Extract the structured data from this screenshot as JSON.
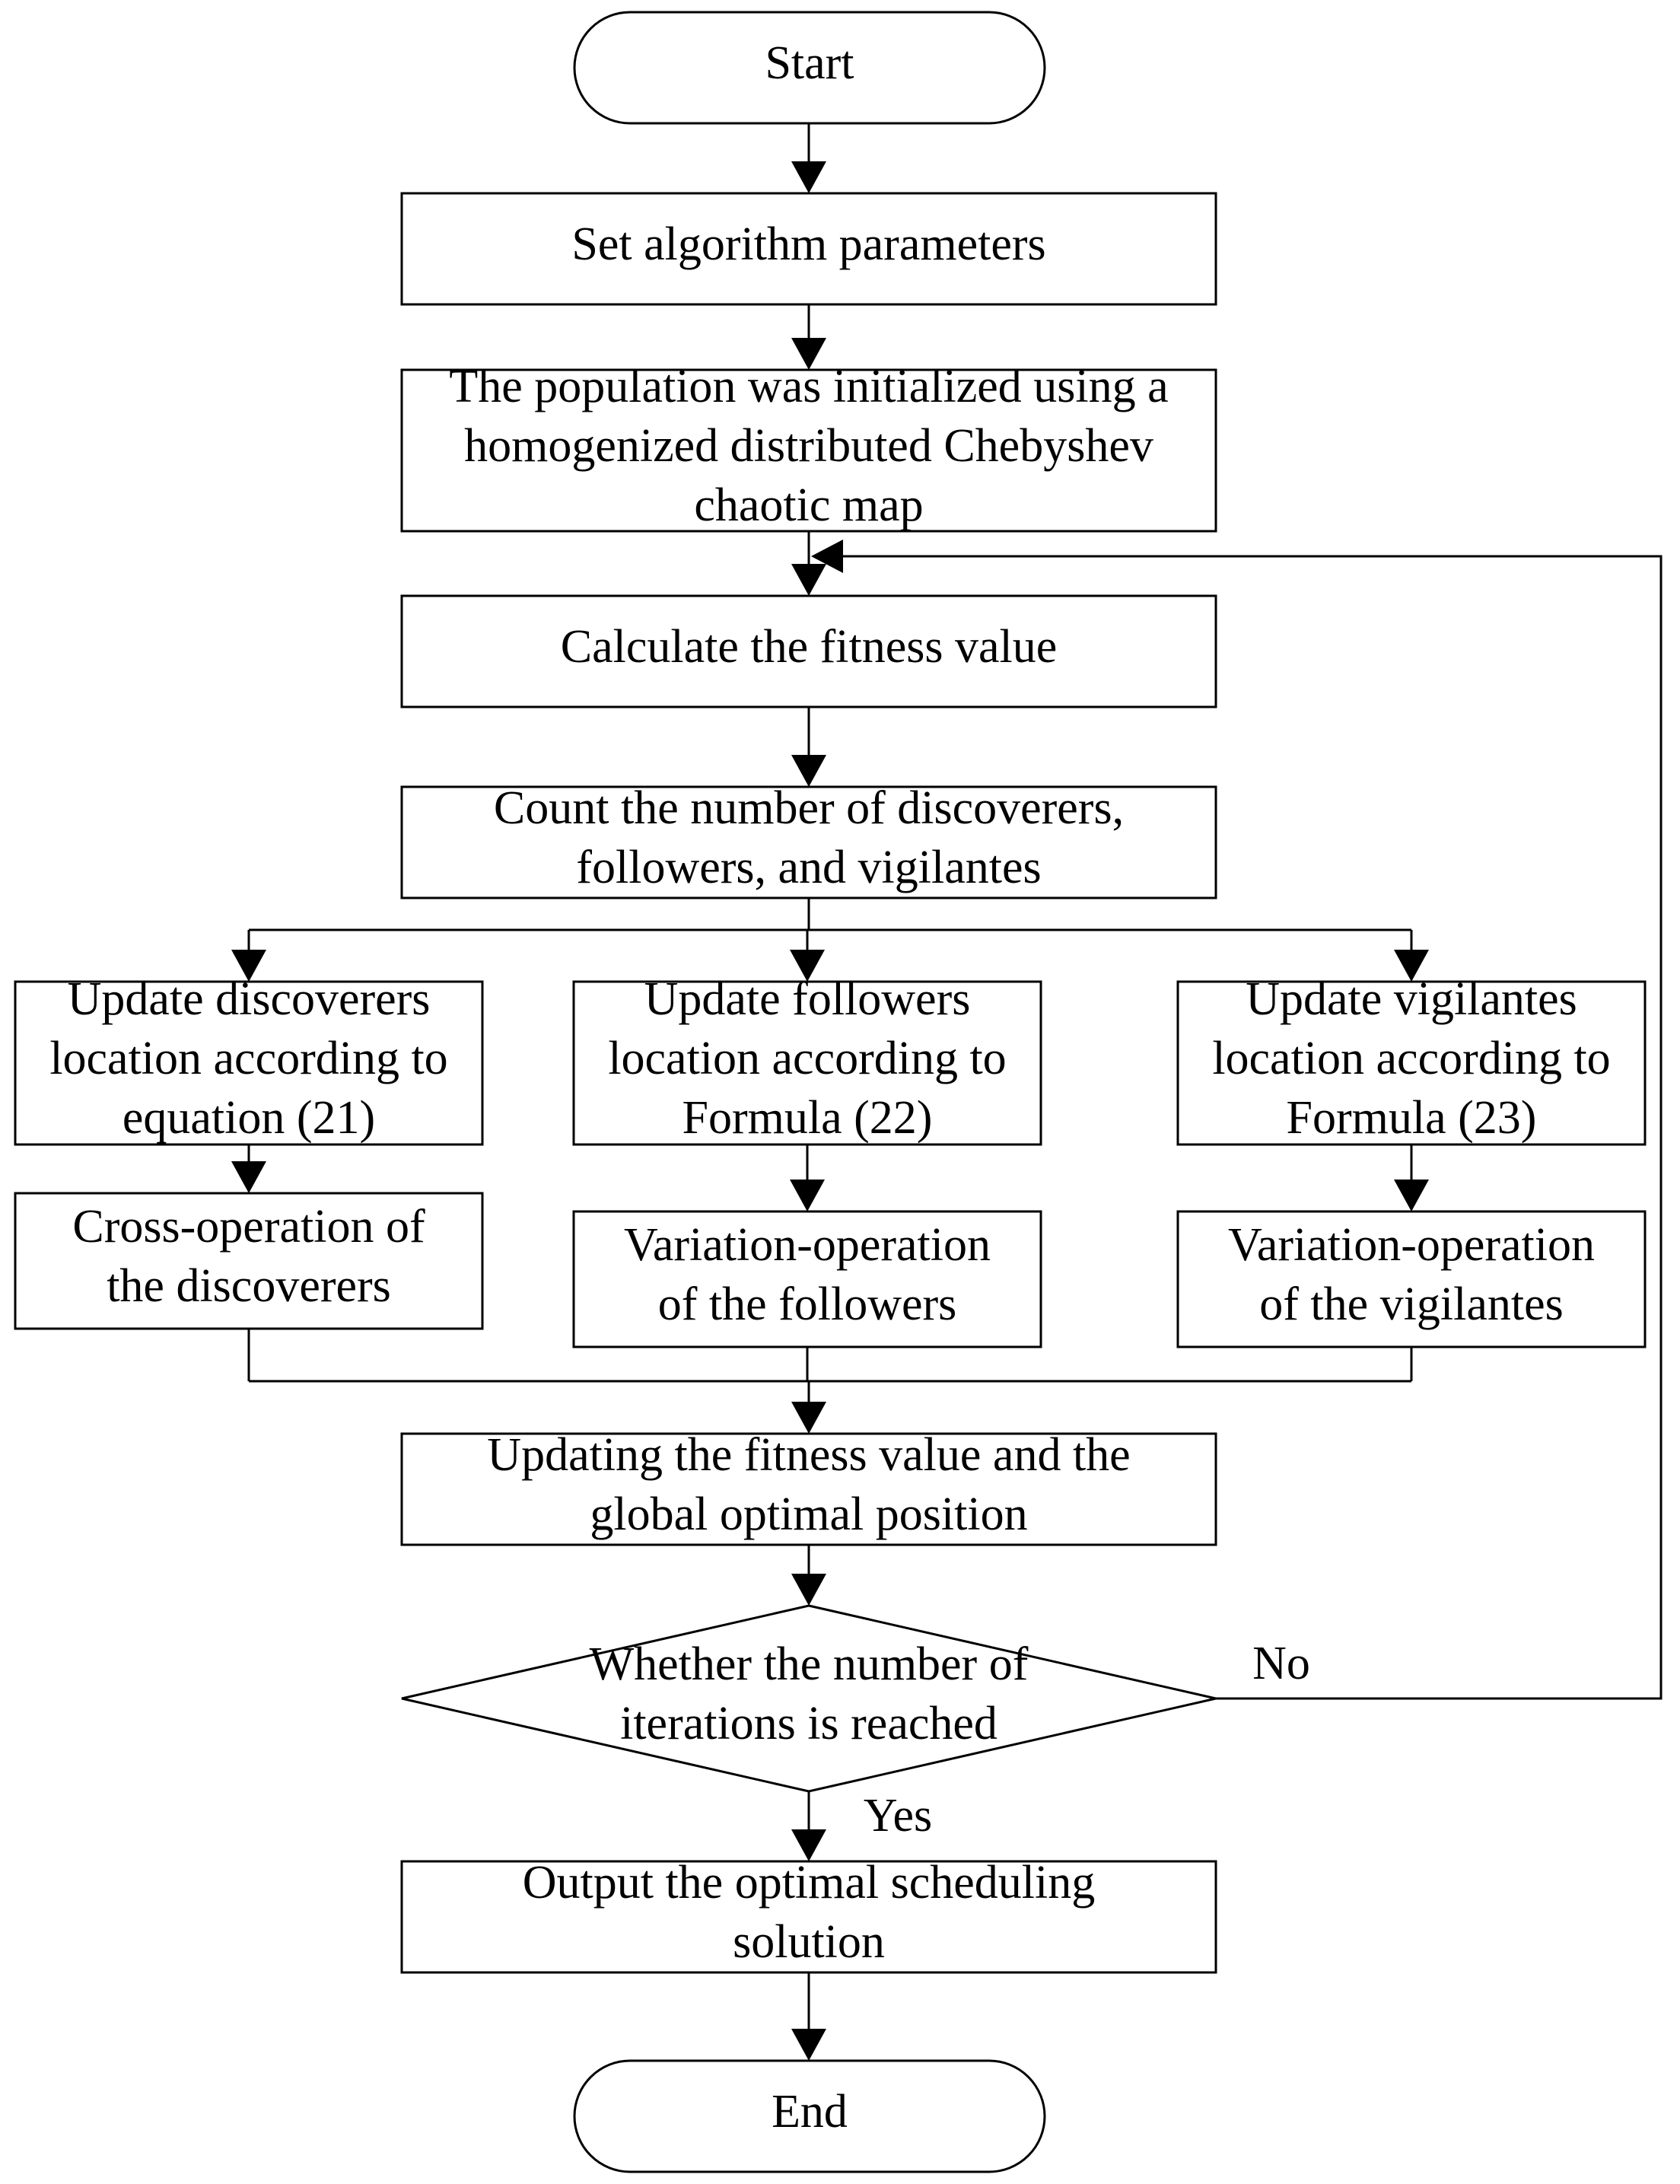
{
  "nodes": {
    "start": {
      "type": "terminal",
      "lines": [
        "Start"
      ]
    },
    "set_params": {
      "type": "process",
      "lines": [
        "Set algorithm parameters"
      ]
    },
    "init_population": {
      "type": "process",
      "lines": [
        "The population was initialized using a",
        "homogenized distributed Chebyshev",
        "chaotic map"
      ]
    },
    "calc_fitness": {
      "type": "process",
      "lines": [
        "Calculate the fitness value"
      ]
    },
    "count_roles": {
      "type": "process",
      "lines": [
        "Count the number of discoverers,",
        "followers, and vigilantes"
      ]
    },
    "update_discoverers": {
      "type": "process",
      "lines": [
        "Update discoverers",
        "location according to",
        "equation (21)"
      ]
    },
    "update_followers": {
      "type": "process",
      "lines": [
        "Update followers",
        "location according to",
        "Formula (22)"
      ]
    },
    "update_vigilantes": {
      "type": "process",
      "lines": [
        "Update vigilantes",
        "location according to",
        "Formula (23)"
      ]
    },
    "cross_discoverers": {
      "type": "process",
      "lines": [
        "Cross-operation of",
        "the discoverers"
      ]
    },
    "variation_followers": {
      "type": "process",
      "lines": [
        "Variation-operation",
        "of the followers"
      ]
    },
    "variation_vigilantes": {
      "type": "process",
      "lines": [
        "Variation-operation",
        "of the vigilantes"
      ]
    },
    "update_global": {
      "type": "process",
      "lines": [
        "Updating the fitness value and the",
        "global optimal position"
      ]
    },
    "decision": {
      "type": "decision",
      "lines": [
        "Whether the number of",
        "iterations is reached"
      ]
    },
    "output": {
      "type": "process",
      "lines": [
        "Output the optimal scheduling",
        "solution"
      ]
    },
    "end": {
      "type": "terminal",
      "lines": [
        "End"
      ]
    }
  },
  "edges": [
    {
      "from": "start",
      "to": "set_params"
    },
    {
      "from": "set_params",
      "to": "init_population"
    },
    {
      "from": "init_population",
      "to": "calc_fitness"
    },
    {
      "from": "calc_fitness",
      "to": "count_roles"
    },
    {
      "from": "count_roles",
      "to": "update_discoverers"
    },
    {
      "from": "count_roles",
      "to": "update_followers"
    },
    {
      "from": "count_roles",
      "to": "update_vigilantes"
    },
    {
      "from": "update_discoverers",
      "to": "cross_discoverers"
    },
    {
      "from": "update_followers",
      "to": "variation_followers"
    },
    {
      "from": "update_vigilantes",
      "to": "variation_vigilantes"
    },
    {
      "from": "cross_discoverers",
      "to": "update_global"
    },
    {
      "from": "variation_followers",
      "to": "update_global"
    },
    {
      "from": "variation_vigilantes",
      "to": "update_global"
    },
    {
      "from": "update_global",
      "to": "decision"
    },
    {
      "from": "decision",
      "to": "calc_fitness",
      "label": "No"
    },
    {
      "from": "decision",
      "to": "output",
      "label": "Yes"
    },
    {
      "from": "output",
      "to": "end"
    }
  ],
  "edge_labels": {
    "no": "No",
    "yes": "Yes"
  }
}
